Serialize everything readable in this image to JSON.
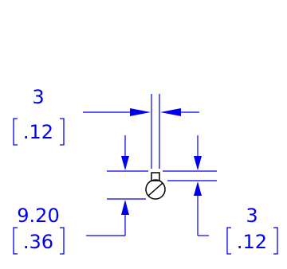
{
  "colors": {
    "dimension": "#0000ee",
    "geometry": "#000000",
    "background": "#ffffff"
  },
  "dimensions": {
    "top_width": {
      "metric": "3",
      "imperial": ".12"
    },
    "vertical_offset": {
      "metric": "9.20",
      "imperial": ".36"
    },
    "square_height": {
      "metric": "3",
      "imperial": ".12"
    }
  }
}
